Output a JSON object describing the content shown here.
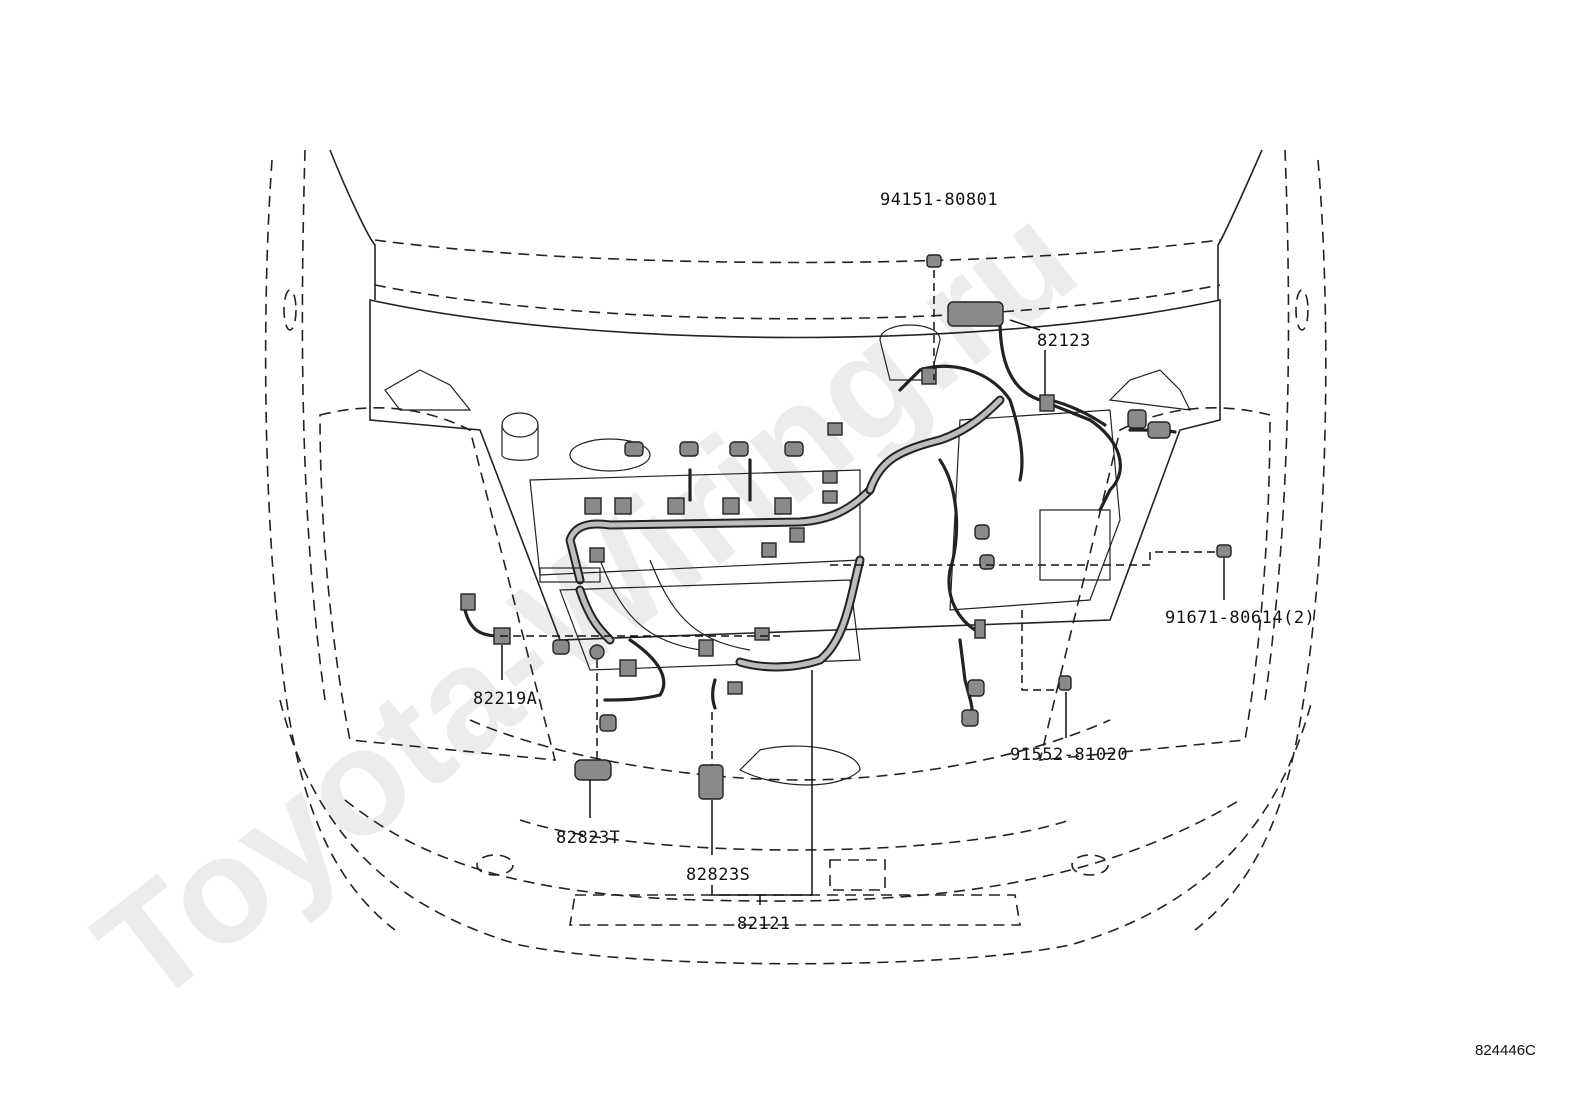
{
  "watermark": "Toyota-Wiring.ru",
  "diagram_ref": "824446C",
  "part_labels": {
    "p94151": "94151-80801",
    "p82123": "82123",
    "p91671": "91671-80614(2)",
    "p82219A": "82219A",
    "p91552": "91552-81020",
    "p82823T": "82823T",
    "p82823S": "82823S",
    "p82121": "82121"
  },
  "colors": {
    "line": "#222222",
    "connector_fill": "#8a8a8a",
    "watermark": "#ececec"
  }
}
